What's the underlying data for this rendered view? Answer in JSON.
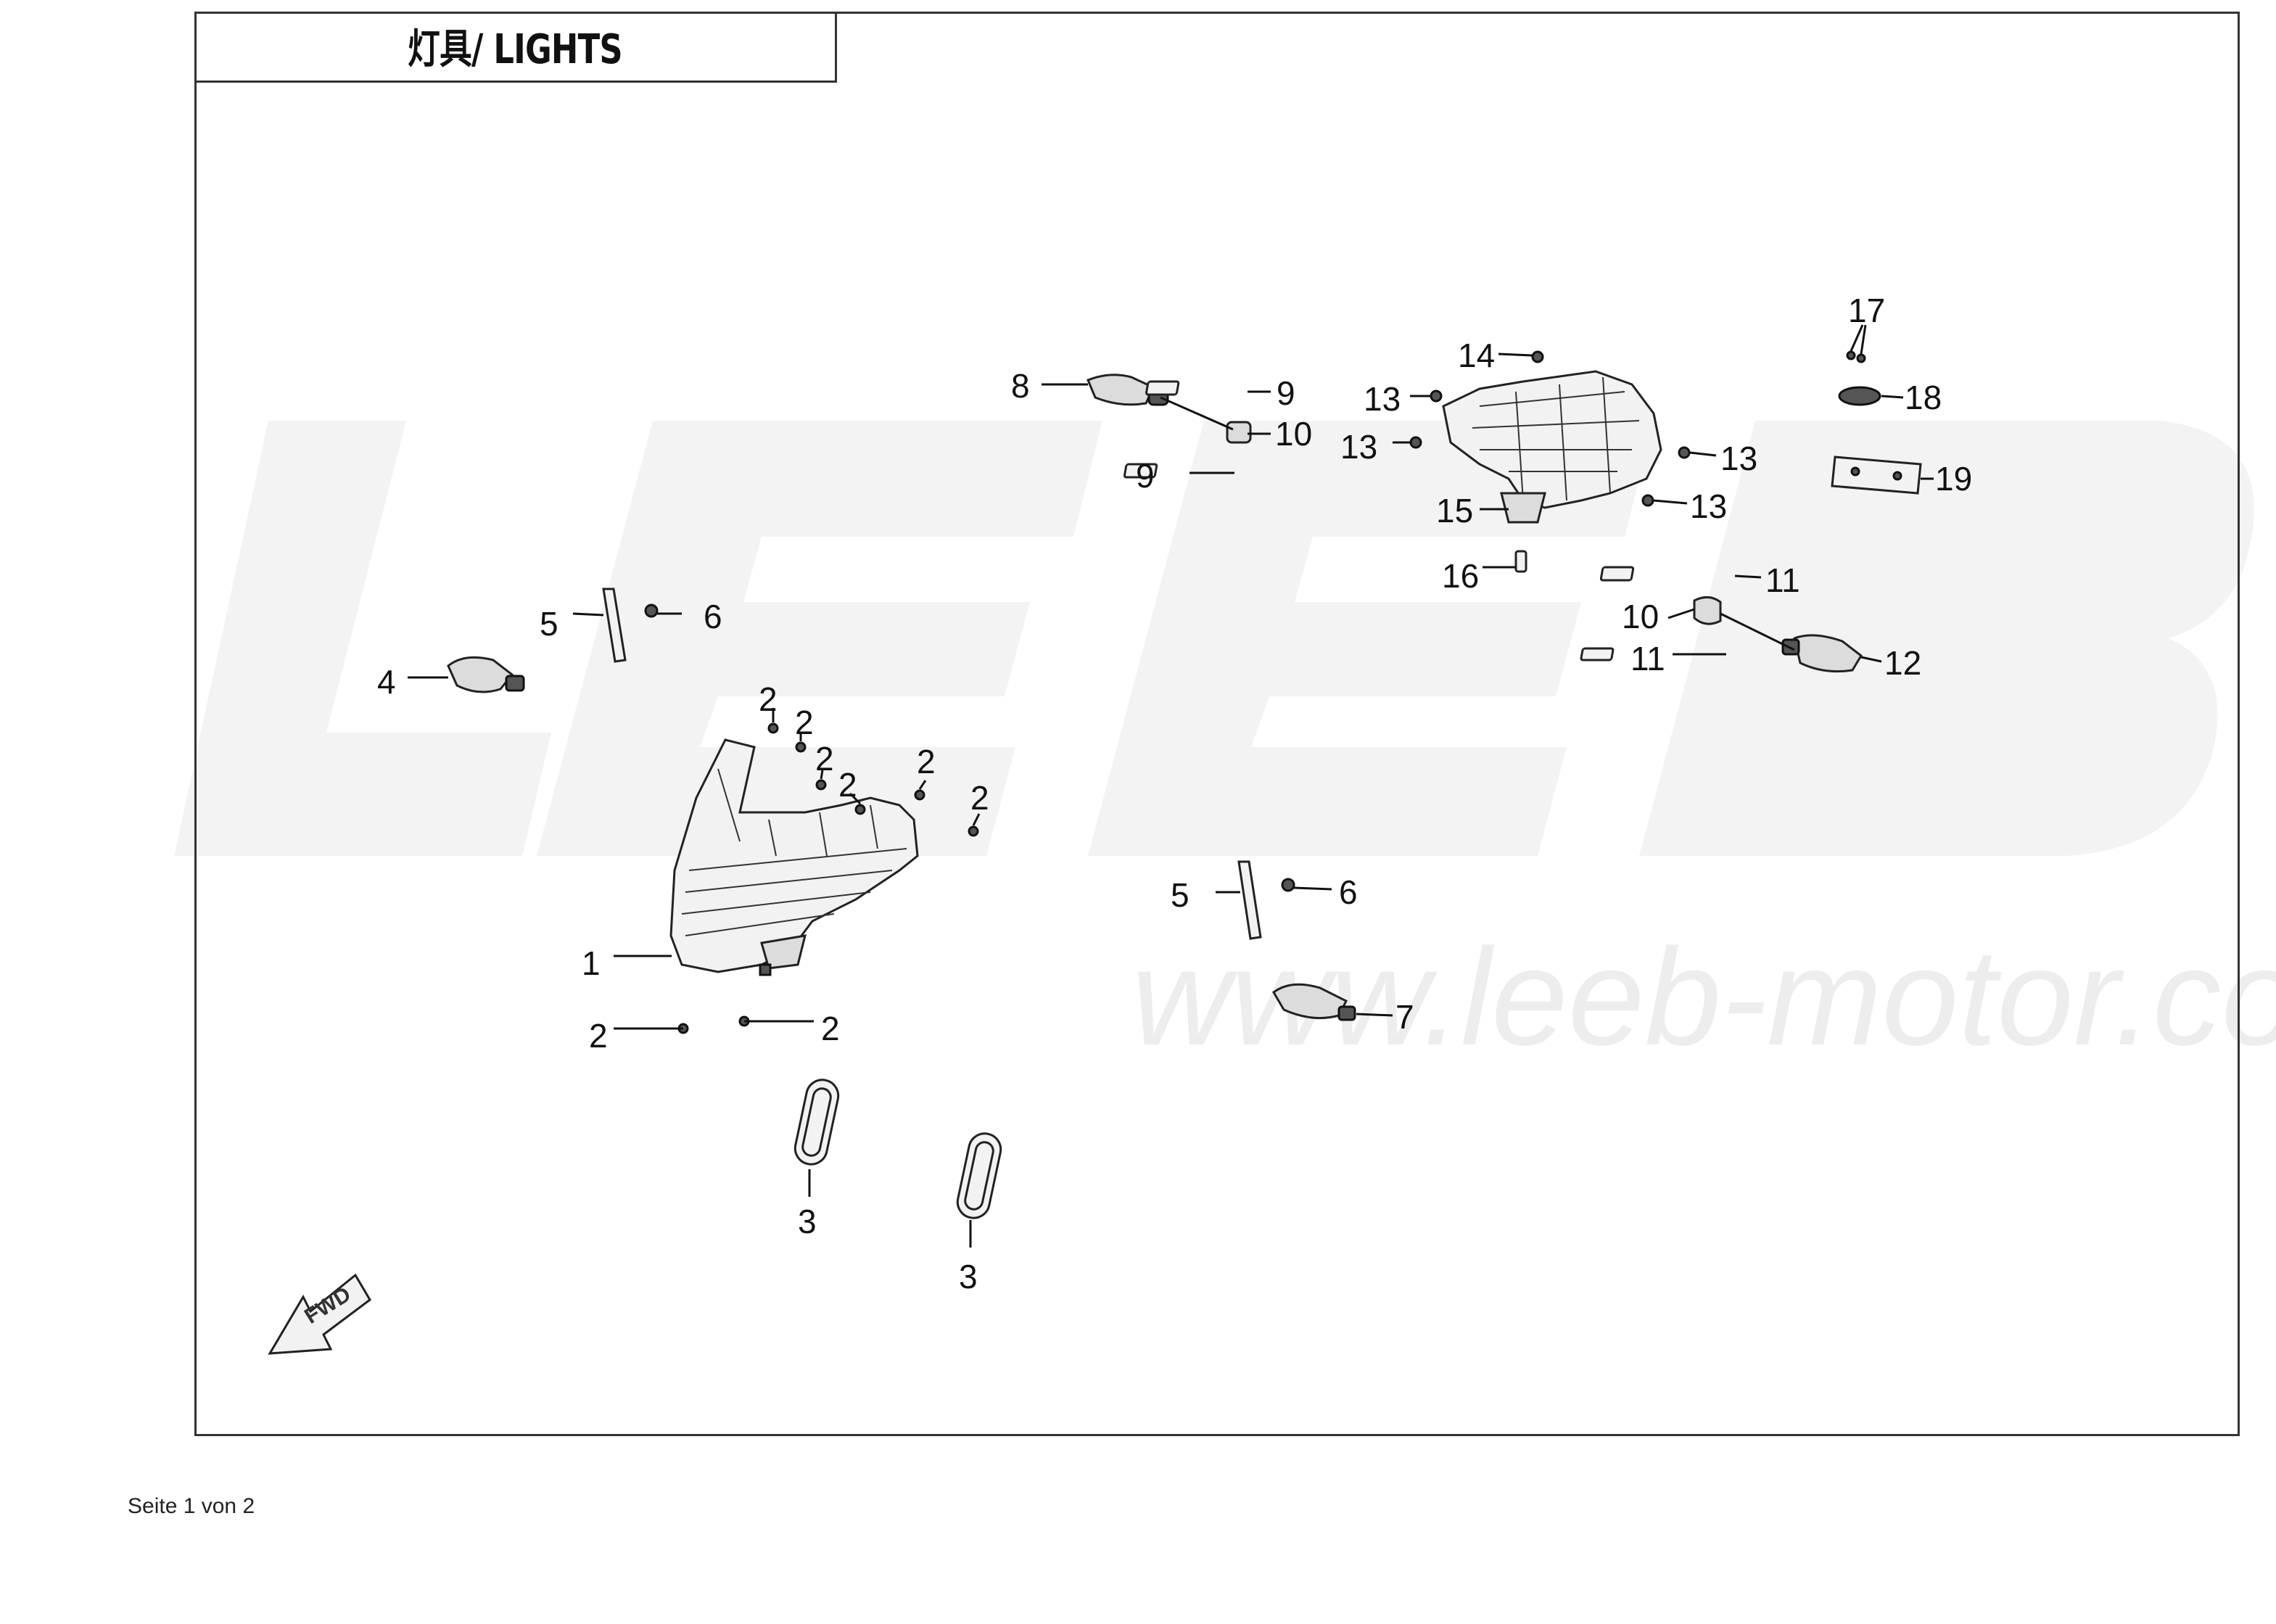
{
  "header": {
    "title": "灯具/ LIGHTS"
  },
  "footer": {
    "page": "Seite 1 von 2"
  },
  "watermark": {
    "letters": [
      "L",
      "E",
      "E",
      "B"
    ],
    "url": "www.leeb-motor.com"
  },
  "fwd_label": "FWD",
  "callouts": [
    {
      "id": "c1",
      "num": "1"
    },
    {
      "id": "c2a",
      "num": "2"
    },
    {
      "id": "c2b",
      "num": "2"
    },
    {
      "id": "c2c",
      "num": "2"
    },
    {
      "id": "c2d",
      "num": "2"
    },
    {
      "id": "c2e",
      "num": "2"
    },
    {
      "id": "c2f",
      "num": "2"
    },
    {
      "id": "c2g",
      "num": "2"
    },
    {
      "id": "c2h",
      "num": "2"
    },
    {
      "id": "c3a",
      "num": "3"
    },
    {
      "id": "c3b",
      "num": "3"
    },
    {
      "id": "c4",
      "num": "4"
    },
    {
      "id": "c5a",
      "num": "5"
    },
    {
      "id": "c5b",
      "num": "5"
    },
    {
      "id": "c6a",
      "num": "6"
    },
    {
      "id": "c6b",
      "num": "6"
    },
    {
      "id": "c7",
      "num": "7"
    },
    {
      "id": "c8",
      "num": "8"
    },
    {
      "id": "c9a",
      "num": "9"
    },
    {
      "id": "c9b",
      "num": "9"
    },
    {
      "id": "c10a",
      "num": "10"
    },
    {
      "id": "c10b",
      "num": "10"
    },
    {
      "id": "c11a",
      "num": "11"
    },
    {
      "id": "c11b",
      "num": "11"
    },
    {
      "id": "c12",
      "num": "12"
    },
    {
      "id": "c13a",
      "num": "13"
    },
    {
      "id": "c13b",
      "num": "13"
    },
    {
      "id": "c13c",
      "num": "13"
    },
    {
      "id": "c13d",
      "num": "13"
    },
    {
      "id": "c14",
      "num": "14"
    },
    {
      "id": "c15",
      "num": "15"
    },
    {
      "id": "c16",
      "num": "16"
    },
    {
      "id": "c17",
      "num": "17"
    },
    {
      "id": "c18",
      "num": "18"
    },
    {
      "id": "c19",
      "num": "19"
    }
  ]
}
